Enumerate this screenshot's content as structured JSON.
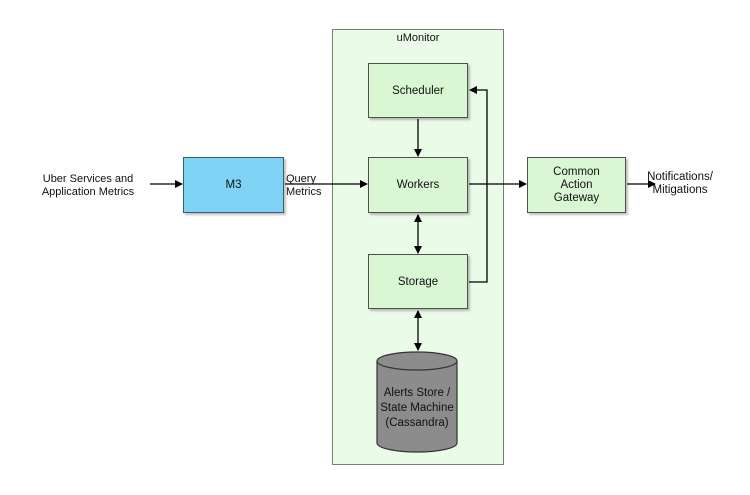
{
  "inputs": {
    "source_label": "Uber Services and Application Metrics",
    "m3_label": "M3",
    "query_label": "Query Metrics"
  },
  "umonitor": {
    "title": "uMonitor",
    "scheduler_label": "Scheduler",
    "workers_label": "Workers",
    "storage_label": "Storage",
    "database_label": "Alerts Store / State Machine (Cassandra)"
  },
  "outputs": {
    "gateway_label": "Common Action Gateway",
    "notifications_label": "Notifications/ Mitigations"
  },
  "colors": {
    "m3_fill": "#7ed3f5",
    "node_fill": "#d8f7d2",
    "container_fill": "#eafbe8",
    "database_fill": "#8c8c8c"
  }
}
